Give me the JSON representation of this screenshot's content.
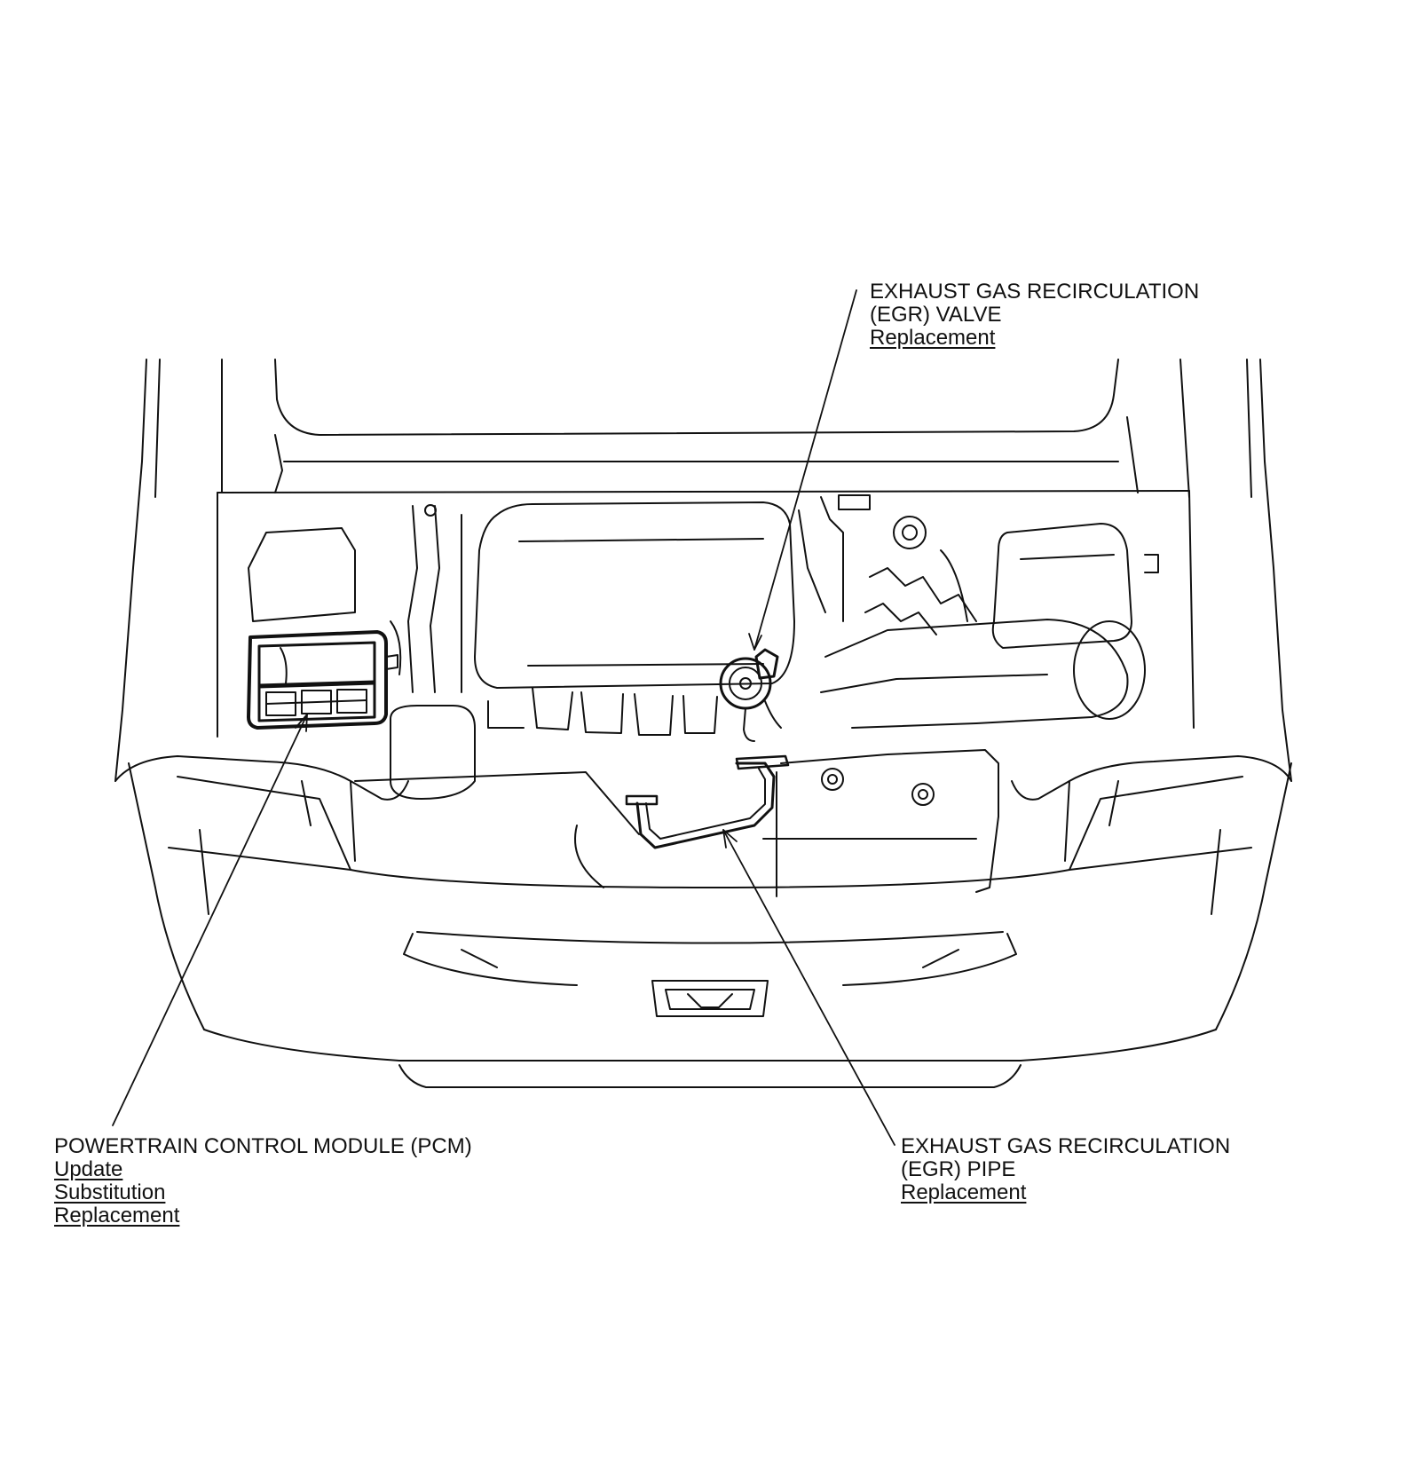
{
  "callouts": {
    "egr_valve": {
      "title_line1": "EXHAUST GAS RECIRCULATION",
      "title_line2": "(EGR) VALVE",
      "links": [
        "Replacement"
      ]
    },
    "pcm": {
      "title_line1": "POWERTRAIN CONTROL MODULE (PCM)",
      "links": [
        "Update",
        "Substitution",
        "Replacement"
      ]
    },
    "egr_pipe": {
      "title_line1": "EXHAUST GAS RECIRCULATION",
      "title_line2": "(EGR) PIPE",
      "links": [
        "Replacement"
      ]
    }
  }
}
